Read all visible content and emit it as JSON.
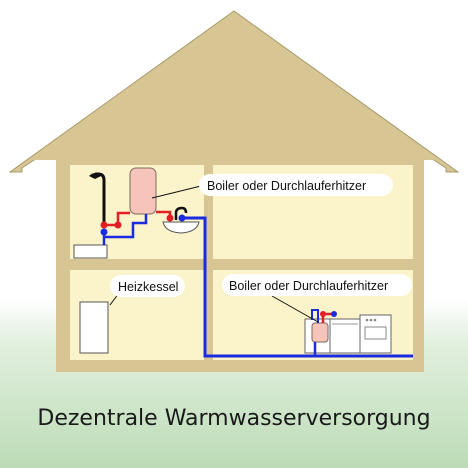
{
  "title": "Dezentrale Warmwasserversorgung",
  "labels": {
    "boiler_upper": "Boiler oder Durchlauferhitzer",
    "heizkessel": "Heizkessel",
    "boiler_lower": "Boiler oder Durchlauferhitzer"
  },
  "colors": {
    "house_frame": "#d7c693",
    "room_fill": "#fbf3c9",
    "hot_pipe": "#e31e24",
    "cold_pipe": "#1b2be0",
    "boiler_fill": "#f6c4b8"
  },
  "icons": [
    "shower-icon",
    "bathtub-icon",
    "boiler-icon",
    "faucet-icon",
    "sink-icon",
    "heating-boiler-icon",
    "instant-water-heater-icon",
    "dishwasher-icon",
    "stove-icon"
  ]
}
